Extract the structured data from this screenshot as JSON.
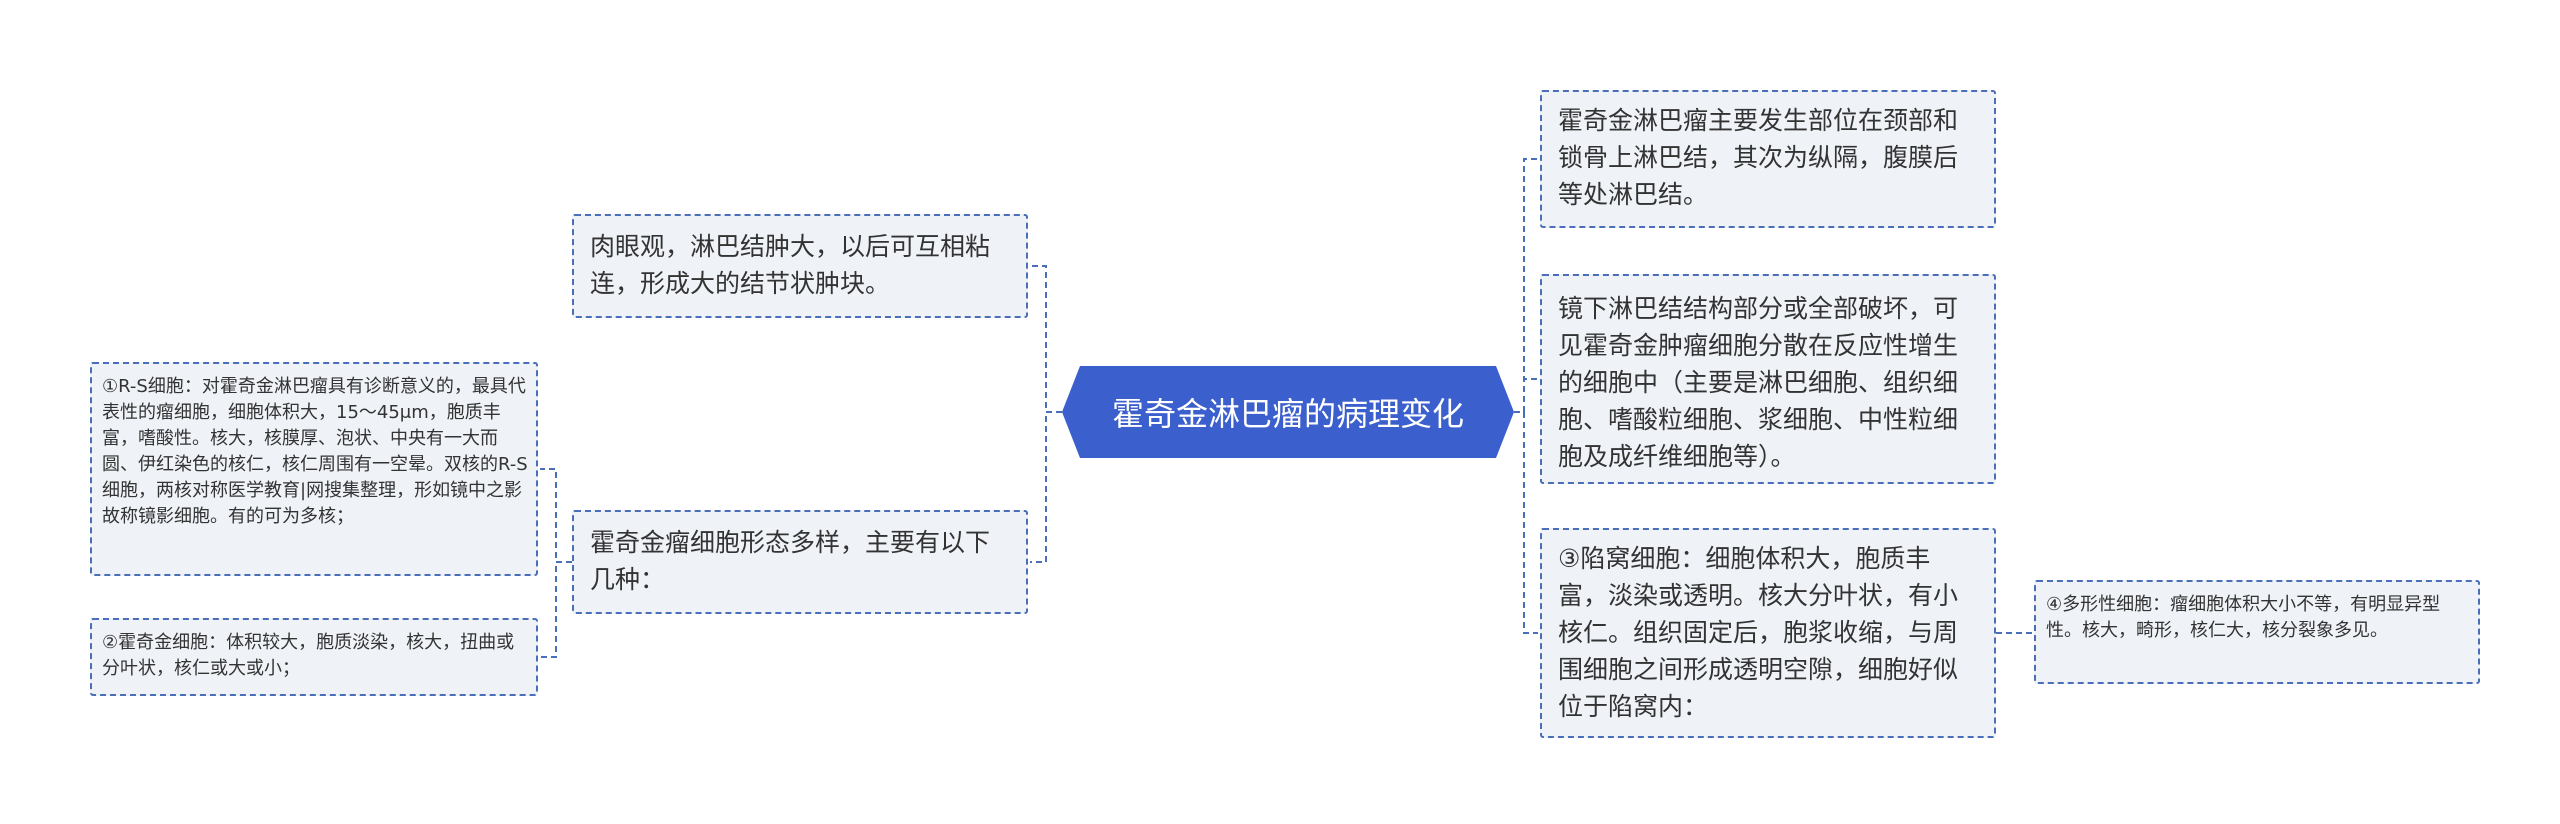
{
  "colors": {
    "root_fill": "#3b5fcc",
    "connector": "#4a6fb8",
    "node_border": "#4a6fb8",
    "node_fill": "#eff2f7",
    "text": "#333333"
  },
  "root": {
    "label": "霍奇金淋巴瘤的病理变化"
  },
  "left": {
    "gross": {
      "text": "肉眼观，淋巴结肿大，以后可互相粘连，形成大的结节状肿块。"
    },
    "morphology": {
      "text": "霍奇金瘤细胞形态多样，主要有以下几种：",
      "children": [
        {
          "text": "①R-S细胞：对霍奇金淋巴瘤具有诊断意义的，最具代表性的瘤细胞，细胞体积大，15～45μm，胞质丰富，嗜酸性。核大，核膜厚、泡状、中央有一大而圆、伊红染色的核仁，核仁周围有一空晕。双核的R-S细胞，两核对称医学教育|网搜集整理，形如镜中之影故称镜影细胞。有的可为多核；"
        },
        {
          "text": "②霍奇金细胞：体积较大，胞质淡染，核大，扭曲或分叶状，核仁或大或小；"
        }
      ]
    }
  },
  "right": {
    "site": {
      "text": "霍奇金淋巴瘤主要发生部位在颈部和锁骨上淋巴结，其次为纵隔，腹膜后等处淋巴结。"
    },
    "micro": {
      "text": "镜下淋巴结结构部分或全部破坏，可见霍奇金肿瘤细胞分散在反应性增生的细胞中（主要是淋巴细胞、组织细胞、嗜酸粒细胞、浆细胞、中性粒细胞及成纤维细胞等）。"
    },
    "lacunar": {
      "text": "③陷窝细胞：细胞体积大，胞质丰富，淡染或透明。核大分叶状，有小核仁。组织固定后，胞浆收缩，与周围细胞之间形成透明空隙，细胞好似位于陷窝内：",
      "children": [
        {
          "text": "④多形性细胞：瘤细胞体积大小不等，有明显异型性。核大，畸形，核仁大，核分裂象多见。"
        }
      ]
    }
  }
}
